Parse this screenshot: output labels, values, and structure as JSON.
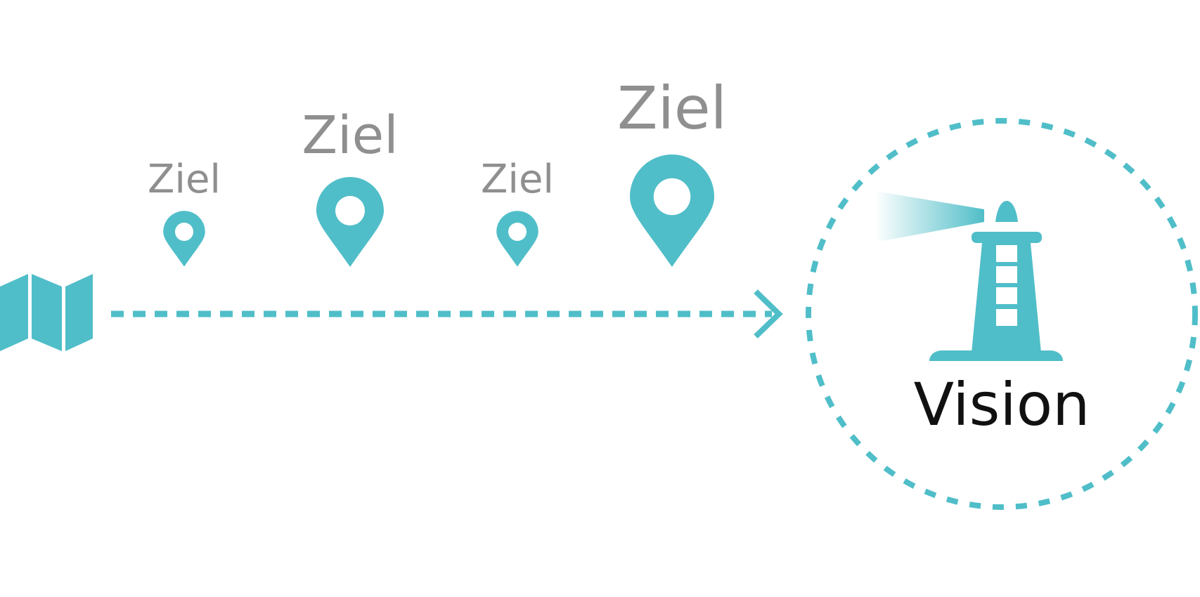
{
  "colors": {
    "accent": "#50bec8",
    "goal_text": "#8f8f8f",
    "vision_text": "#111111",
    "background": "#ffffff"
  },
  "goals": [
    {
      "label": "Ziel",
      "icon": "map-pin-icon"
    },
    {
      "label": "Ziel",
      "icon": "map-pin-icon"
    },
    {
      "label": "Ziel",
      "icon": "map-pin-icon"
    },
    {
      "label": "Ziel",
      "icon": "map-pin-icon"
    }
  ],
  "start": {
    "icon": "folded-map-icon"
  },
  "path": {
    "style": "dashed-arrow"
  },
  "vision": {
    "label": "Vision",
    "icon": "lighthouse-icon",
    "border": "dashed-circle"
  }
}
